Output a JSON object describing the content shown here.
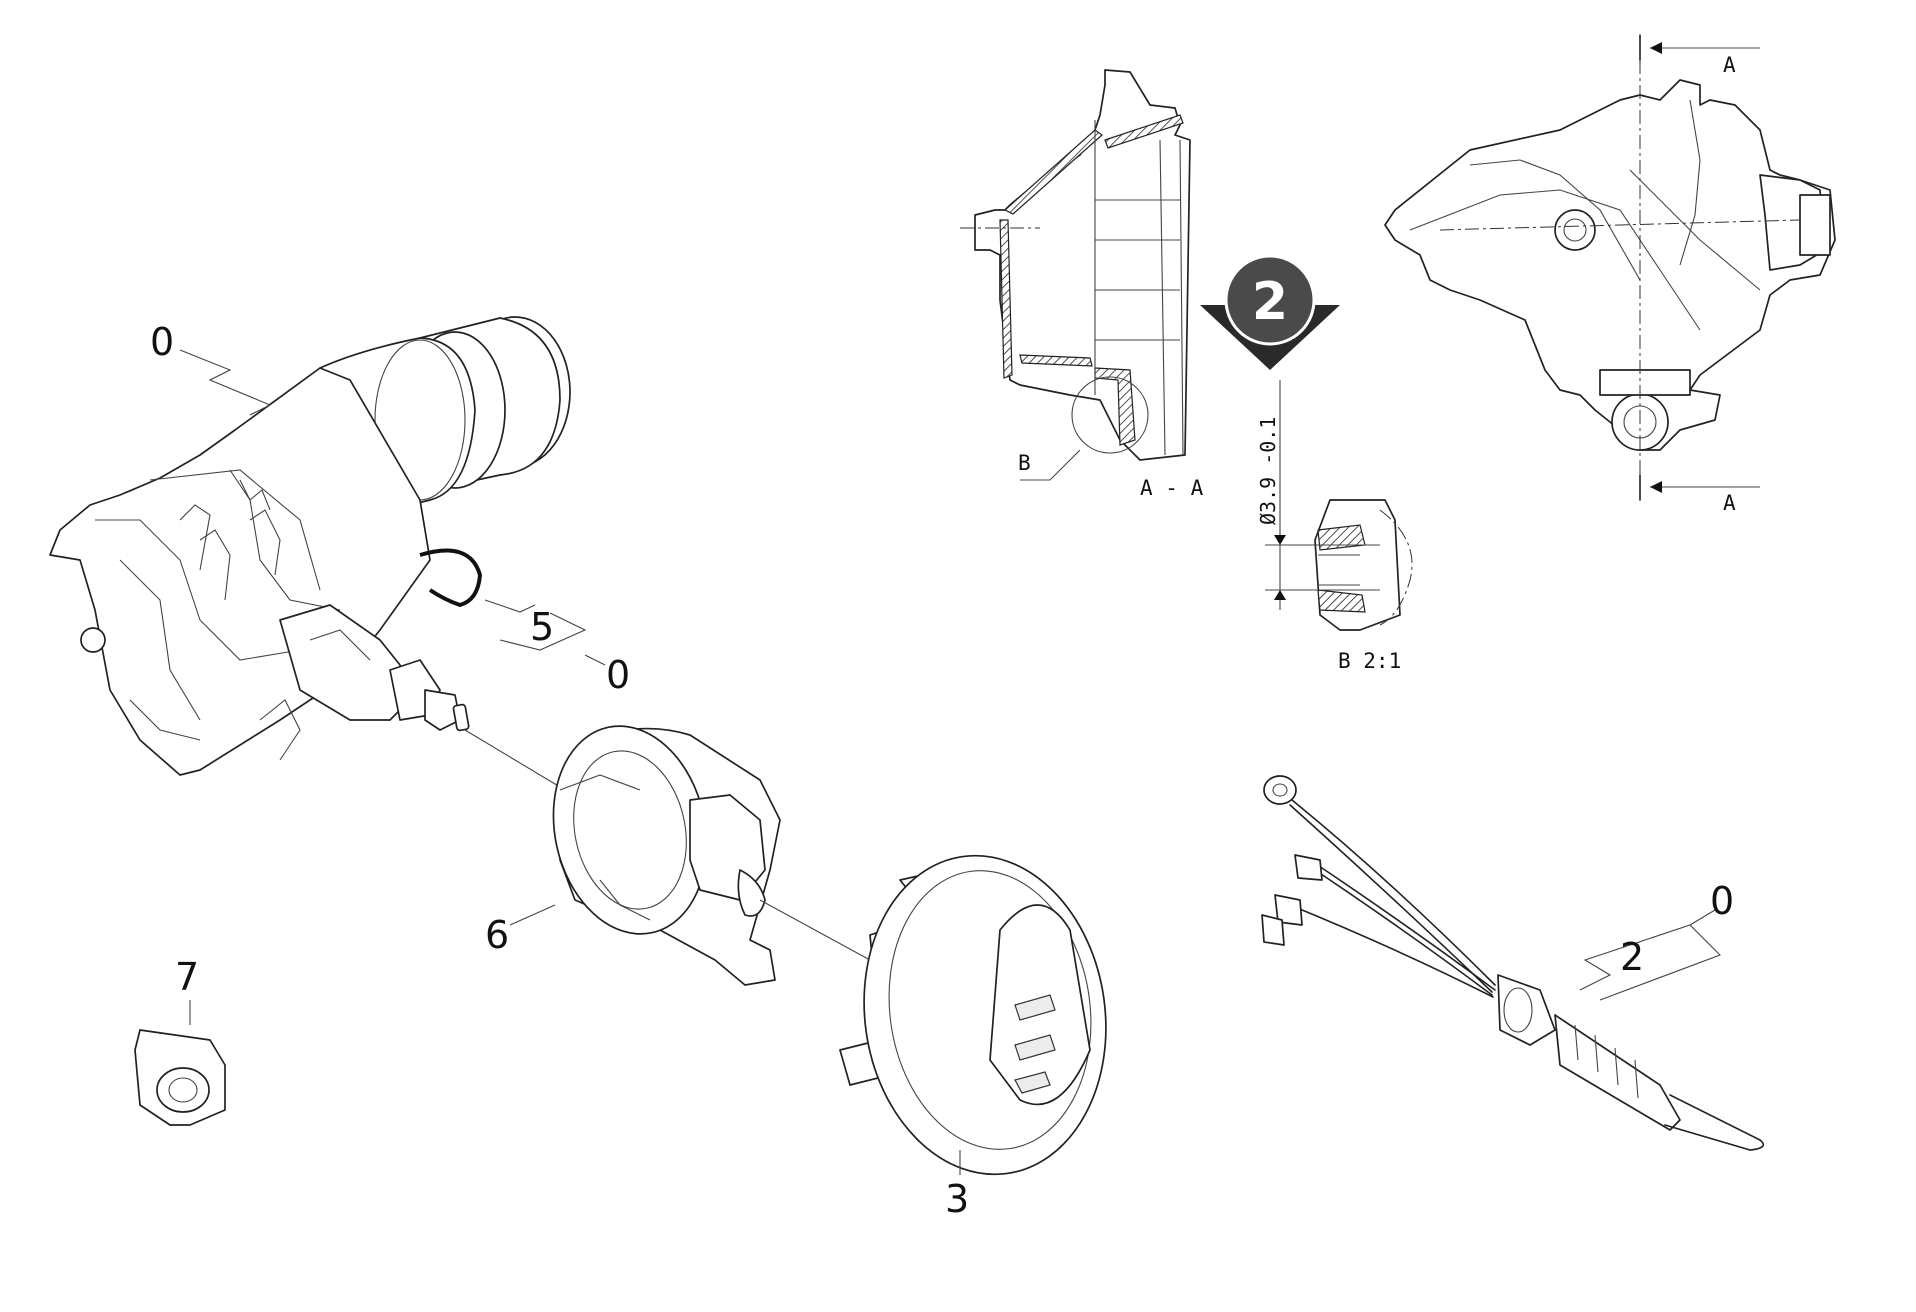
{
  "callouts": {
    "c0a": "0",
    "c5": "5",
    "c0b": "0",
    "c6": "6",
    "c7": "7",
    "c3": "3",
    "c0c": "0",
    "c2": "2"
  },
  "section": {
    "aa_label": "A - A",
    "b_label": "B",
    "a_top": "A",
    "a_bottom": "A",
    "detail_label": "B  2:1",
    "dimension": "Ø3.9 -0.1"
  },
  "badge": {
    "number": "2",
    "color": "#4a4a4a"
  }
}
